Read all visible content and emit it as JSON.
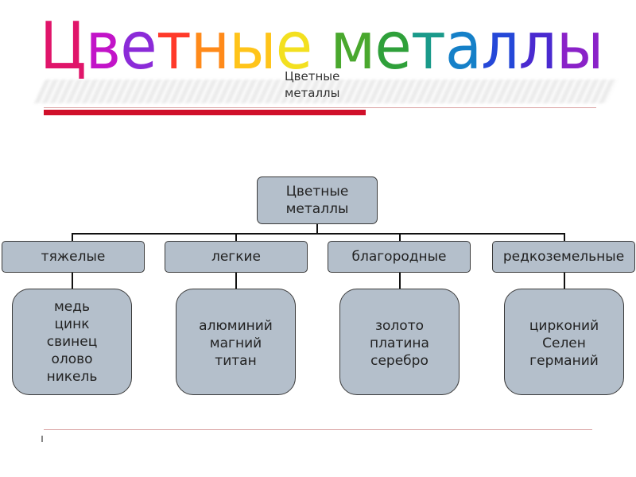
{
  "title": {
    "text": "Цветные металлы",
    "letter_colors": [
      "#e0156a",
      "#c214c8",
      "#8b2bd8",
      "#ff3a2a",
      "#ff8a1a",
      "#ffc41a",
      "#f3e020",
      "#ffffff",
      "#4aa82e",
      "#2fa03a",
      "#1a9a8a",
      "#1580c8",
      "#2548d8",
      "#4a2ad0",
      "#8a22c8"
    ]
  },
  "ghost_label": [
    "Цветные",
    "металлы"
  ],
  "diagram": {
    "root": [
      "Цветные",
      "металлы"
    ],
    "categories": [
      {
        "label": "тяжелые",
        "items": [
          "медь",
          "цинк",
          "свинец",
          "олово",
          "никель"
        ]
      },
      {
        "label": "легкие",
        "items": [
          "алюминий",
          "магний",
          "титан"
        ]
      },
      {
        "label": "благородные",
        "items": [
          "золото",
          "платина",
          "серебро"
        ]
      },
      {
        "label": "редкоземельные",
        "items": [
          "цирконий",
          "Селен",
          "германий"
        ]
      }
    ]
  },
  "colors": {
    "box_fill": "#b4bfcb",
    "box_border": "#3a3a3a",
    "accent_bar": "#d0102a",
    "rule": "#d9a0a0"
  }
}
